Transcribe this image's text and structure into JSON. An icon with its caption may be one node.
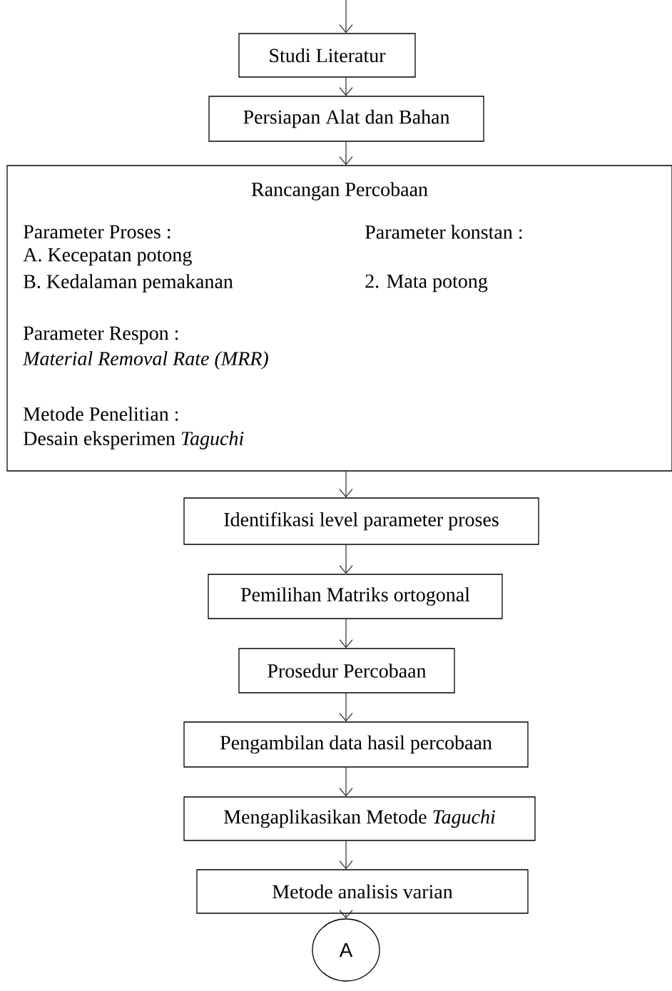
{
  "diagram": {
    "nodes": [
      {
        "text": [
          "Studi Literatur"
        ]
      },
      {
        "text": [
          "Persiapan Alat dan Bahan"
        ]
      },
      {
        "text": [
          "Rancangan Percobaan",
          "Parameter Proses :",
          "A. Kecepatan potong",
          "B. Kedalaman pemakanan",
          "Parameter konstan :",
          "2. Mata potong",
          "Parameter Respon :",
          "Material Removal Rate (MRR)",
          "Metode Penelitian :",
          "Desain eksperimen *Taguchi*"
        ]
      },
      {
        "text": [
          "Identifikasi level parameter proses"
        ]
      },
      {
        "text": [
          "Pemilihan Matriks ortogonal"
        ]
      },
      {
        "text": [
          "Prosedur Percobaan"
        ]
      },
      {
        "text": [
          "Pengambilan data hasil percobaan"
        ]
      },
      {
        "text": [
          "Mengaplikasikan Metode *Taguchi*"
        ]
      },
      {
        "text": [
          "Metode analisis varian"
        ]
      },
      {
        "text": [
          "A"
        ]
      }
    ],
    "edges": [
      {
        "from": null,
        "to": 0,
        "arrow": "to"
      },
      {
        "from": 0,
        "to": 1,
        "arrow": "to"
      },
      {
        "from": 1,
        "to": 2,
        "arrow": "to"
      },
      {
        "from": 2,
        "to": 3,
        "arrow": "to"
      },
      {
        "from": 3,
        "to": 4,
        "arrow": "to"
      },
      {
        "from": 4,
        "to": 5,
        "arrow": "to"
      },
      {
        "from": 5,
        "to": 6,
        "arrow": "to"
      },
      {
        "from": 6,
        "to": 7,
        "arrow": "to"
      },
      {
        "from": 7,
        "to": 8,
        "arrow": "to"
      },
      {
        "from": 8,
        "to": 9,
        "arrow": "to"
      }
    ]
  }
}
